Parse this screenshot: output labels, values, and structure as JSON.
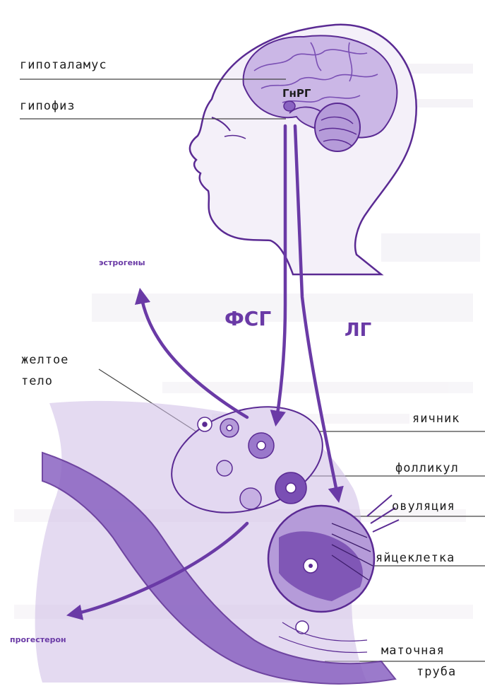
{
  "labels": {
    "hypothalamus": "гипоталамус",
    "pituitary": "гипофиз",
    "gnrh": "ГнРГ",
    "estrogens": "эстрогены",
    "fsh": "ФСГ",
    "lh": "ЛГ",
    "corpus_luteum_1": "желтое",
    "corpus_luteum_2": "тело",
    "ovary": "яичник",
    "follicle": "фолликул",
    "ovulation": "овуляция",
    "egg_cell": "яйцеклетка",
    "progesterone": "прогестерон",
    "fallopian_tube_1": "маточная",
    "fallopian_tube_2": "труба"
  },
  "colors": {
    "purple_dark": "#5a2a93",
    "purple_mid": "#8a63c2",
    "purple_light": "#c7b4e2",
    "purple_pale": "#e7def3",
    "text": "#1e1e1e"
  }
}
